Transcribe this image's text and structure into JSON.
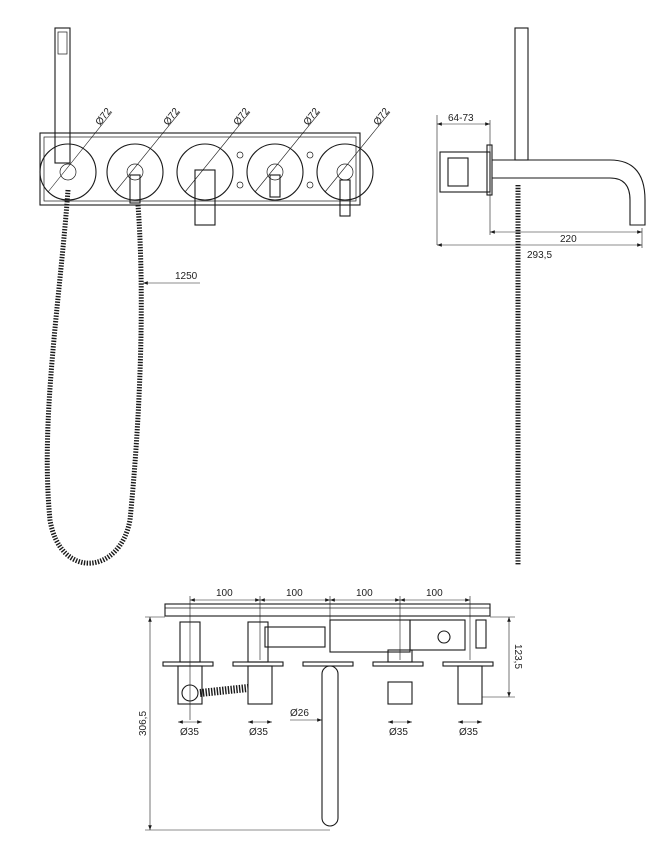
{
  "front_view": {
    "rosette_labels": [
      "Ø72",
      "Ø72",
      "Ø72",
      "Ø72",
      "Ø72"
    ],
    "hose_length": "1250"
  },
  "side_view": {
    "wall_depth": "64-73",
    "spout_reach": "220",
    "total_depth": "293,5"
  },
  "top_view": {
    "spacings": [
      "100",
      "100",
      "100",
      "100"
    ],
    "height": "123,5",
    "total_length": "306,5",
    "diameters": [
      "Ø35",
      "Ø35",
      "Ø35",
      "Ø35"
    ],
    "spout_diameter": "Ø26"
  }
}
